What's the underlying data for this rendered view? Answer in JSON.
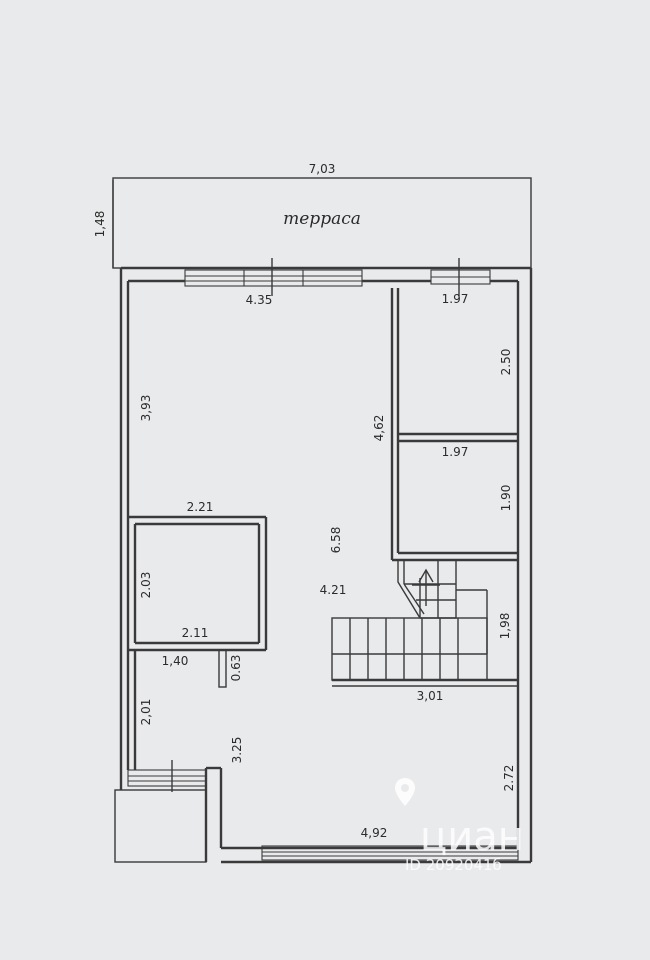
{
  "plan": {
    "terrace_label": "терраса",
    "dimensions": {
      "terrace_width": "7,03",
      "terrace_depth": "1,48",
      "living_top": "4.35",
      "living_left": "3,93",
      "center_height": "6.58",
      "stair_wall": "4,62",
      "room_top_width": "1.97",
      "room_top_height": "2.50",
      "room_mid_width": "1.97",
      "room_mid_height": "1.90",
      "bath_top": "2.21",
      "bath_side": "2.03",
      "bath_bottom": "2.11",
      "hall_width": "4.21",
      "stair_height": "1,98",
      "corridor": "1,40",
      "niche": "0.63",
      "lower_left": "2,01",
      "entry": "3.25",
      "stair_bottom": "3,01",
      "right_lower": "2.72",
      "bottom_width": "4,92"
    }
  },
  "watermark": {
    "brand": "циан",
    "id_text": "ID 2092041б"
  },
  "colors": {
    "paper": "#e9eaec",
    "ink": "#3a3a3a",
    "watermark": "#ffffff"
  },
  "icons": {
    "watermark_logo": "location-pin-icon"
  }
}
